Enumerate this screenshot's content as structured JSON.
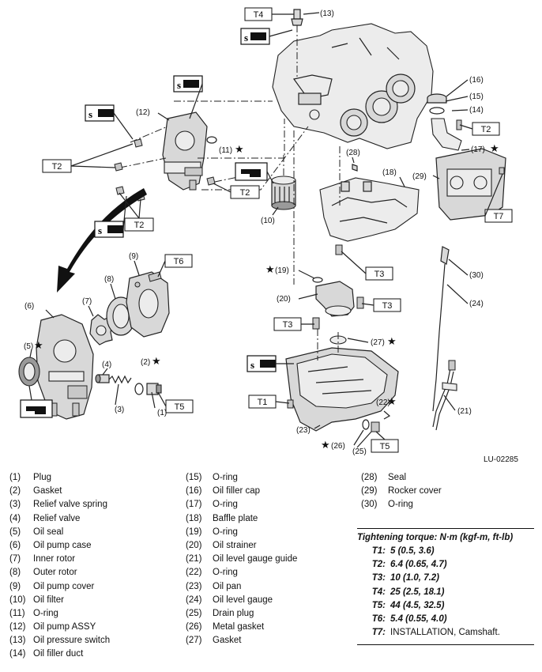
{
  "figure_code": "LU-02285",
  "legend": [
    {
      "num": "(1)",
      "name": "Plug"
    },
    {
      "num": "(2)",
      "name": "Gasket"
    },
    {
      "num": "(3)",
      "name": "Relief valve spring"
    },
    {
      "num": "(4)",
      "name": "Relief valve"
    },
    {
      "num": "(5)",
      "name": "Oil seal"
    },
    {
      "num": "(6)",
      "name": "Oil pump case"
    },
    {
      "num": "(7)",
      "name": "Inner rotor"
    },
    {
      "num": "(8)",
      "name": "Outer rotor"
    },
    {
      "num": "(9)",
      "name": "Oil pump cover"
    },
    {
      "num": "(10)",
      "name": "Oil filter"
    },
    {
      "num": "(11)",
      "name": "O-ring"
    },
    {
      "num": "(12)",
      "name": "Oil pump ASSY"
    },
    {
      "num": "(13)",
      "name": "Oil pressure switch"
    },
    {
      "num": "(14)",
      "name": "Oil filler duct"
    },
    {
      "num": "(15)",
      "name": "O-ring"
    },
    {
      "num": "(16)",
      "name": "Oil filler cap"
    },
    {
      "num": "(17)",
      "name": "O-ring"
    },
    {
      "num": "(18)",
      "name": "Baffle plate"
    },
    {
      "num": "(19)",
      "name": "O-ring"
    },
    {
      "num": "(20)",
      "name": "Oil strainer"
    },
    {
      "num": "(21)",
      "name": "Oil level gauge guide"
    },
    {
      "num": "(22)",
      "name": "O-ring"
    },
    {
      "num": "(23)",
      "name": "Oil pan"
    },
    {
      "num": "(24)",
      "name": "Oil level gauge"
    },
    {
      "num": "(25)",
      "name": "Drain plug"
    },
    {
      "num": "(26)",
      "name": "Metal gasket"
    },
    {
      "num": "(27)",
      "name": "Gasket"
    },
    {
      "num": "(28)",
      "name": "Seal"
    },
    {
      "num": "(29)",
      "name": "Rocker cover"
    },
    {
      "num": "(30)",
      "name": "O-ring"
    }
  ],
  "torque": {
    "title": "Tightening torque: N·m (kgf-m, ft-lb)",
    "items": [
      {
        "key": "T1:",
        "value": "5 (0.5, 3.6)"
      },
      {
        "key": "T2:",
        "value": "6.4 (0.65, 4.7)"
      },
      {
        "key": "T3:",
        "value": "10 (1.0, 7.2)"
      },
      {
        "key": "T4:",
        "value": "25 (2.5, 18.1)"
      },
      {
        "key": "T5:",
        "value": "44 (4.5, 32.5)"
      },
      {
        "key": "T6:",
        "value": "5.4 (0.55, 4.0)"
      },
      {
        "key": "T7:",
        "value": "INSTALLATION, Camshaft."
      }
    ]
  },
  "diagram": {
    "callouts": [
      "(1)",
      "(2)",
      "(3)",
      "(4)",
      "(5)",
      "(6)",
      "(7)",
      "(8)",
      "(9)",
      "(10)",
      "(11)",
      "(12)",
      "(13)",
      "(14)",
      "(15)",
      "(16)",
      "(17)",
      "(18)",
      "(19)",
      "(20)",
      "(21)",
      "(22)",
      "(23)",
      "(24)",
      "(25)",
      "(26)",
      "(27)",
      "(28)",
      "(29)",
      "(30)"
    ],
    "tboxes": {
      "t1": "T1",
      "t2": "T2",
      "t3": "T3",
      "t4": "T4",
      "t5": "T5",
      "t6": "T6",
      "t7": "T7"
    },
    "star": "★",
    "icons": [
      "sealant-icon",
      "oil-icon"
    ]
  }
}
